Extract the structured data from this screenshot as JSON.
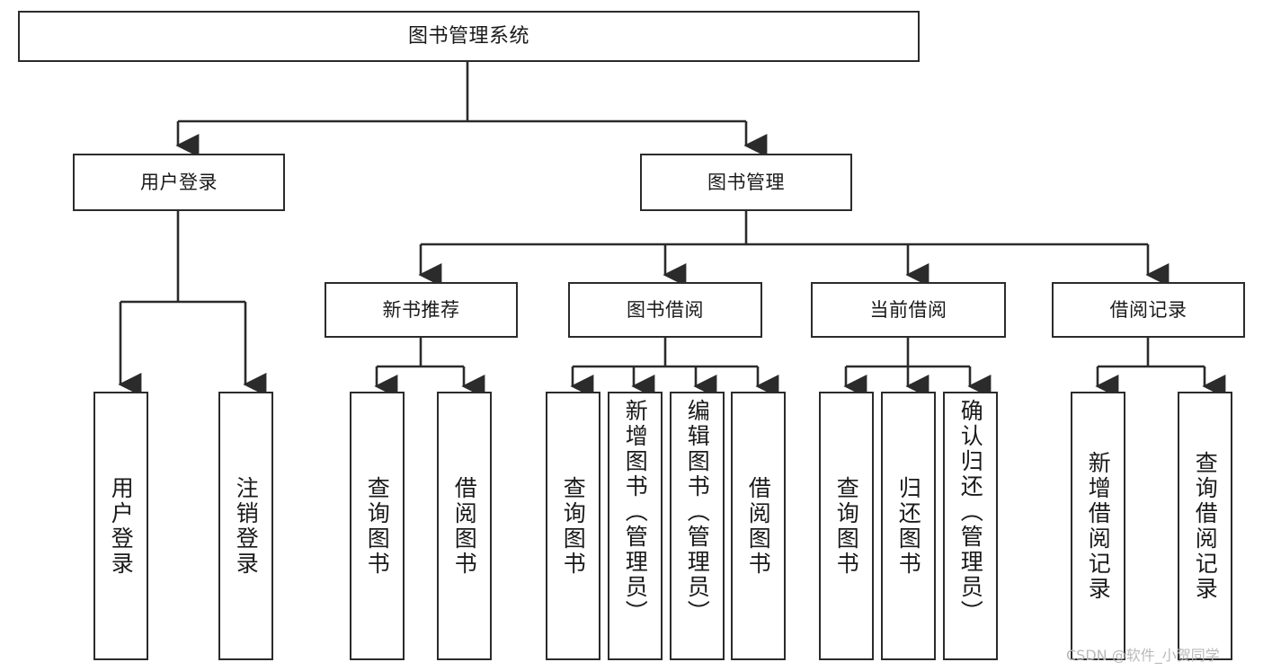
{
  "diagram": {
    "type": "tree-hierarchy",
    "title": "图书管理系统",
    "watermark": "CSDN @软件_小贺同学",
    "colors": {
      "stroke": "#2b2b2b",
      "fill": "#ffffff",
      "text": "#1a1a1a",
      "watermark": "#b9b9b9"
    },
    "nodes": {
      "root": {
        "label": "图书管理系统"
      },
      "level1": [
        {
          "id": "user-login",
          "label": "用户登录"
        },
        {
          "id": "book-manage",
          "label": "图书管理"
        }
      ],
      "level2": [
        {
          "id": "new-book-recommend",
          "label": "新书推荐"
        },
        {
          "id": "book-borrow",
          "label": "图书借阅"
        },
        {
          "id": "current-borrow",
          "label": "当前借阅"
        },
        {
          "id": "borrow-record",
          "label": "借阅记录"
        }
      ],
      "leaves": {
        "user_login": [
          {
            "id": "leaf-user-login",
            "label": "用户登录"
          },
          {
            "id": "leaf-logout-login",
            "label": "注销登录"
          }
        ],
        "new_book_recommend": [
          {
            "id": "leaf-query-book-1",
            "label": "查询图书"
          },
          {
            "id": "leaf-borrow-book-1",
            "label": "借阅图书"
          }
        ],
        "book_borrow": [
          {
            "id": "leaf-query-book-2",
            "label": "查询图书"
          },
          {
            "id": "leaf-add-book-admin",
            "label": "新增图书（管理员）"
          },
          {
            "id": "leaf-edit-book-admin",
            "label": "编辑图书（管理员）"
          },
          {
            "id": "leaf-borrow-book-2",
            "label": "借阅图书"
          }
        ],
        "current_borrow": [
          {
            "id": "leaf-query-book-3",
            "label": "查询图书"
          },
          {
            "id": "leaf-return-book",
            "label": "归还图书"
          },
          {
            "id": "leaf-confirm-return-admin",
            "label": "确认归还（管理员）"
          }
        ],
        "borrow_record": [
          {
            "id": "leaf-add-borrow-record",
            "label": "新增借阅记录"
          },
          {
            "id": "leaf-query-borrow-record",
            "label": "查询借阅记录"
          }
        ]
      }
    }
  }
}
